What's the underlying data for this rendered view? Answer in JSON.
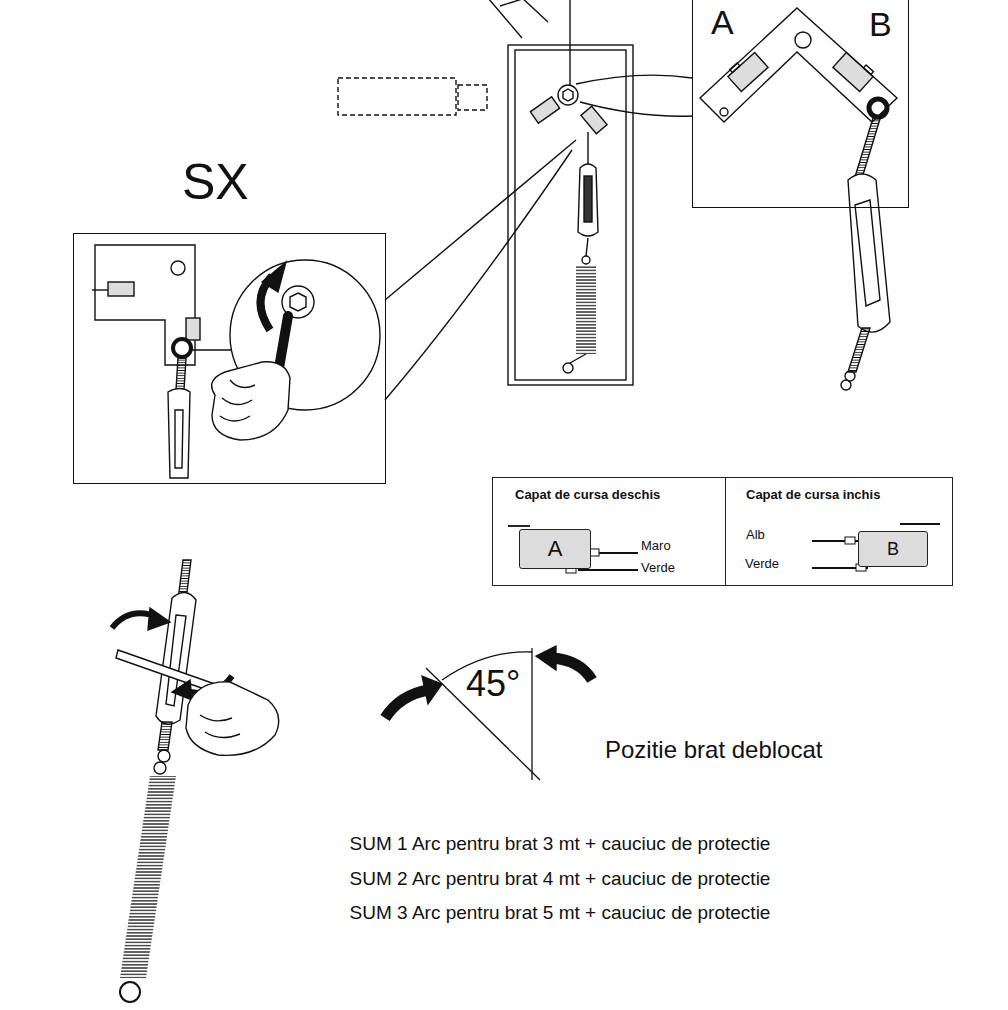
{
  "diagram": {
    "nodes": [
      {
        "text": [
          "SX"
        ]
      },
      {
        "text": [
          "A",
          "B"
        ]
      },
      {
        "text": [
          "Capat de cursa deschis"
        ]
      },
      {
        "text": [
          "A"
        ],
        "in": 2
      },
      {
        "text": [
          "Capat de cursa inchis"
        ]
      },
      {
        "text": [
          "B"
        ],
        "in": 4
      }
    ],
    "labels": [
      "Maro",
      "Verde",
      "Alb",
      "Verde",
      "45°",
      "Pozitie brat deblocat",
      "SUM 1 Arc pentru brat 3 mt + cauciuc de protectie",
      "SUM 2 Arc pentru brat 4 mt + cauciuc de protectie",
      "SUM 3 Arc pentru brat 5 mt + cauciuc de protectie"
    ]
  }
}
